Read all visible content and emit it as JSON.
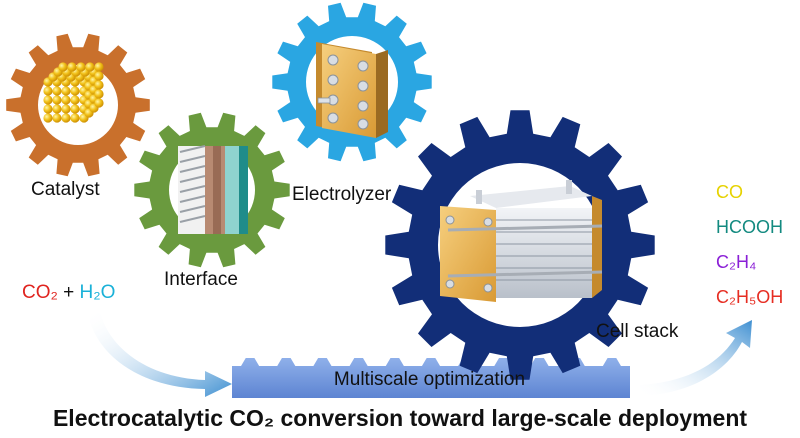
{
  "gears": {
    "catalyst": {
      "label": "Catalyst",
      "color": "#c9702c"
    },
    "interface": {
      "label": "Interface",
      "color": "#6a9a3e"
    },
    "electrolyzer": {
      "label": "Electrolyzer",
      "color": "#2aa6e2"
    },
    "cell_stack": {
      "label": "Cell stack",
      "color": "#122e78"
    }
  },
  "reactants": {
    "co2": "CO₂",
    "plus": " + ",
    "h2o": "H₂O",
    "co2_color": "#e0241f",
    "h2o_color": "#1ab1d8"
  },
  "bar": {
    "label": "Multiscale optimization",
    "color": "#6d93dc"
  },
  "products": [
    {
      "text": "CO",
      "color": "#e6d200"
    },
    {
      "text": "HCOOH",
      "color": "#138a80"
    },
    {
      "text": "C₂H₄",
      "color": "#8a1fd6"
    },
    {
      "text": "C₂H₅OH",
      "color": "#e62d22"
    }
  ],
  "title": "Electrocatalytic CO₂ conversion toward large-scale deployment"
}
